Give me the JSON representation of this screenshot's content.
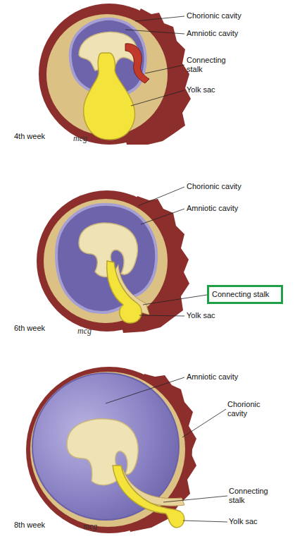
{
  "diagram": {
    "nodes": [
      {
        "text": [
          "Connecting stalk"
        ]
      }
    ],
    "labels": [
      "Chorionic cavity",
      "Amniotic cavity",
      "Connecting stalk",
      "Yolk sac",
      "4th week",
      "mcg",
      "Chorionic cavity",
      "Amniotic cavity",
      "Yolk sac",
      "6th week",
      "mcg",
      "Amniotic cavity",
      "Chorionic cavity",
      "Connecting stalk",
      "Yolk sac",
      "8th week",
      "mcg"
    ]
  }
}
